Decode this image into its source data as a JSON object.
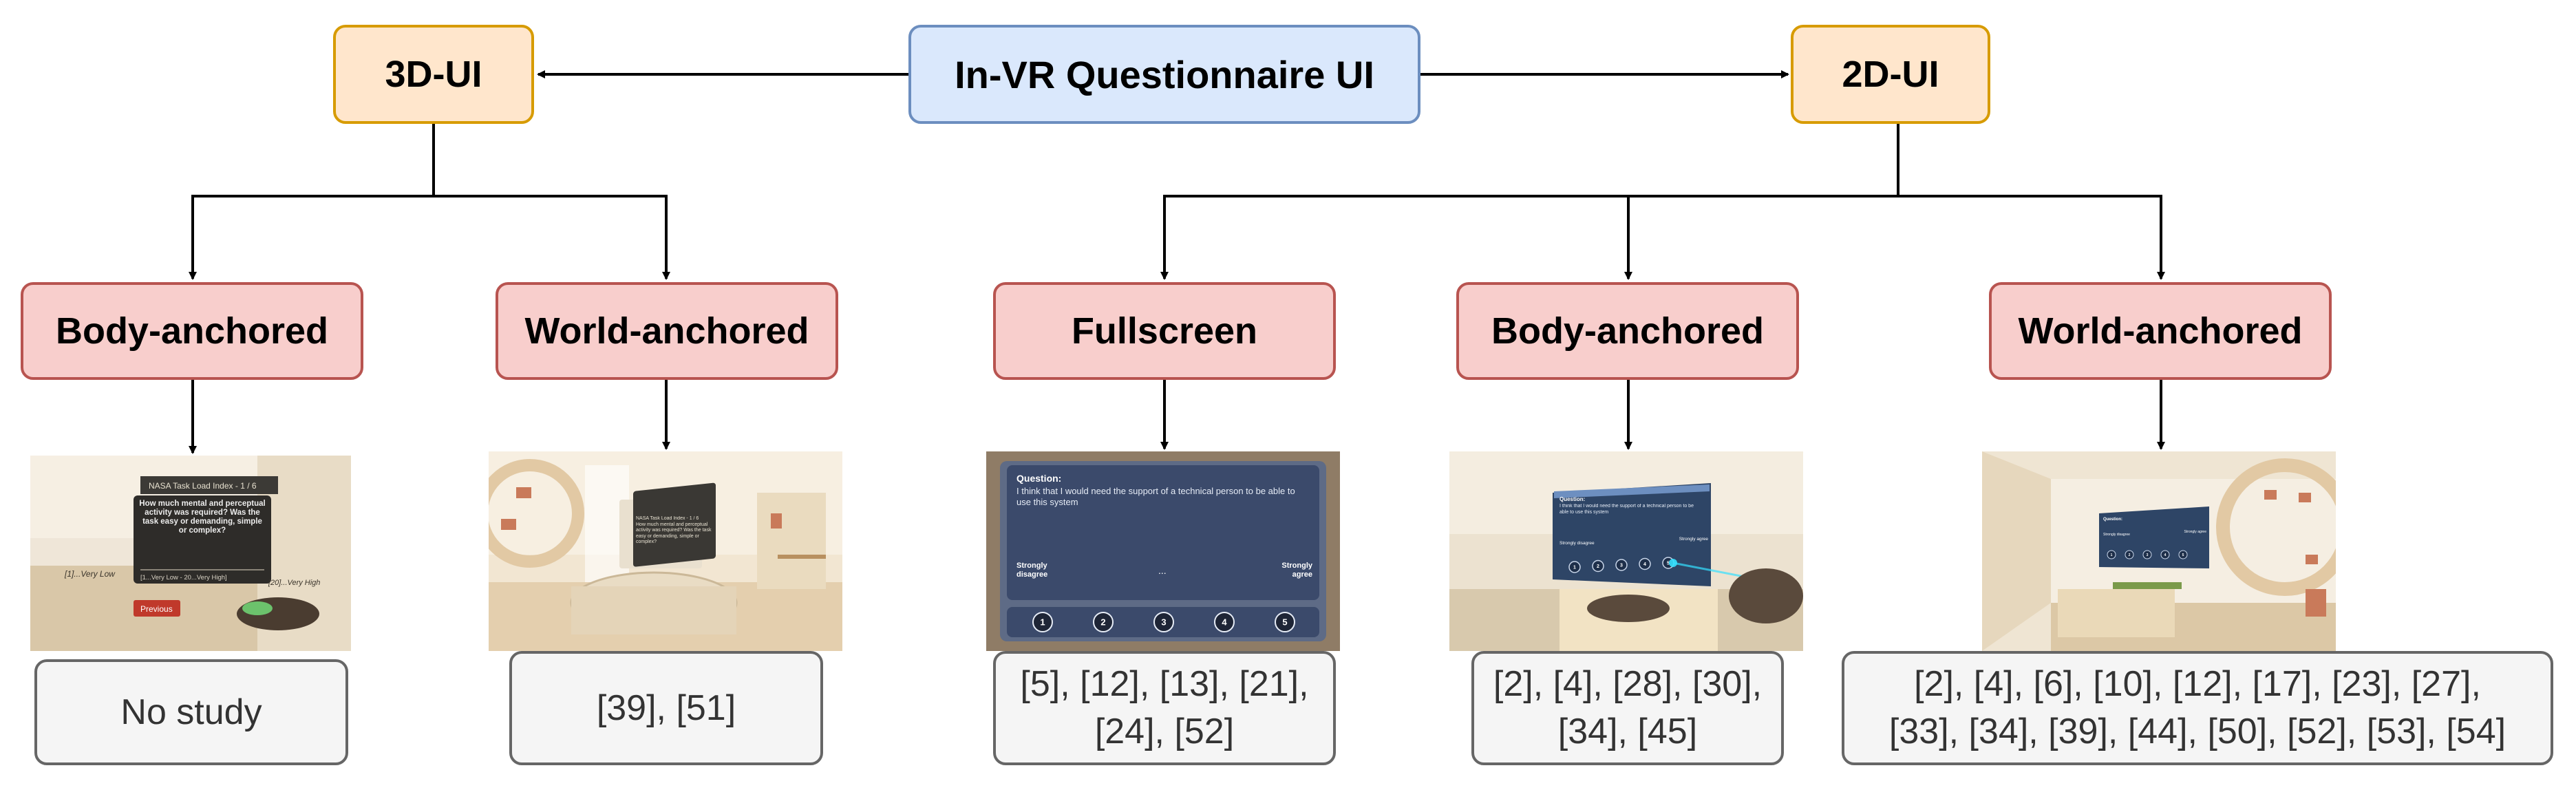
{
  "root": {
    "label": "In-VR Questionnaire UI"
  },
  "categories": {
    "ui3d": {
      "label": "3D-UI"
    },
    "ui2d": {
      "label": "2D-UI"
    }
  },
  "anchors": {
    "body3d": {
      "label": "Body-anchored"
    },
    "world3d": {
      "label": "World-anchored"
    },
    "fullscreen2d": {
      "label": "Fullscreen"
    },
    "body2d": {
      "label": "Body-anchored"
    },
    "world2d": {
      "label": "World-anchored"
    }
  },
  "refs": {
    "body3d": {
      "text": "No study"
    },
    "world3d": {
      "text": "[39], [51]"
    },
    "fullscreen2d": {
      "line1": "[5], [12], [13], [21],",
      "line2": "[24], [52]"
    },
    "body2d": {
      "line1": "[2], [4], [28], [30],",
      "line2": "[34], [45]"
    },
    "world2d": {
      "line1": "[2], [4], [6], [10], [12], [17], [23], [27],",
      "line2": "[33], [34], [39], [44], [50], [52], [53], [54]"
    }
  },
  "screenshots": {
    "body3d": {
      "header": "NASA Task Load Index - 1 / 6",
      "question": "How much mental and perceptual activity was required? Was the task easy or demanding, simple or complex?",
      "scale": "[1...Very Low - 20...Very High]",
      "left_label": "[1]...Very Low",
      "right_label": "[20]...Very High",
      "button": "Previous"
    },
    "world3d": {
      "header": "NASA Task Load Index - 1 / 6",
      "question": "How much mental and perceptual activity was required? Was the task easy or demanding, simple or complex?"
    },
    "fullscreen2d": {
      "heading": "Question:",
      "question": "I think that I would need the support of a technical person to be able to use this system",
      "left_anchor": "Strongly disagree",
      "middle": "...",
      "right_anchor": "Strongly agree",
      "options": [
        "1",
        "2",
        "3",
        "4",
        "5"
      ]
    },
    "body2d": {
      "heading": "Question:",
      "question": "I think that I would need the support of a technical person to be able to use this system",
      "left_anchor": "Strongly disagree",
      "right_anchor": "Strongly agree",
      "options": [
        "1",
        "2",
        "3",
        "4",
        "5"
      ]
    },
    "world2d": {
      "heading": "Question:",
      "left_anchor": "Strongly disagree",
      "right_anchor": "Strongly agree",
      "options": [
        "1",
        "2",
        "3",
        "4",
        "5"
      ]
    }
  }
}
